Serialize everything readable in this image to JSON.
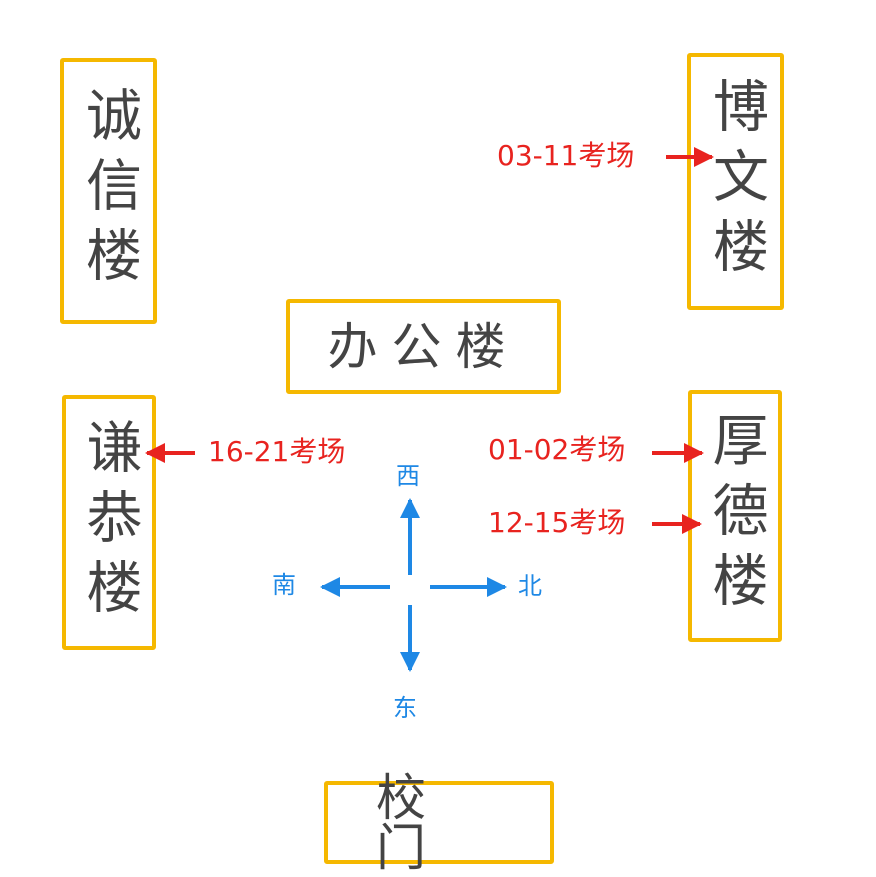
{
  "buildings": {
    "chengxin": "诚信楼",
    "bowen": "博文楼",
    "bangong": "办公楼",
    "qiangong": "谦恭楼",
    "houde": "厚德楼",
    "xiaomen": "校门"
  },
  "exam_labels": {
    "bowen_rooms": "03-11考场",
    "qiangong_rooms": "16-21考场",
    "houde_rooms_a": "01-02考场",
    "houde_rooms_b": "12-15考场"
  },
  "compass": {
    "up": "西",
    "down": "东",
    "left": "南",
    "right": "北"
  },
  "colors": {
    "building_border": "#f5b800",
    "building_text": "#444444",
    "exam_label": "#e8231f",
    "compass": "#1e88e5"
  }
}
